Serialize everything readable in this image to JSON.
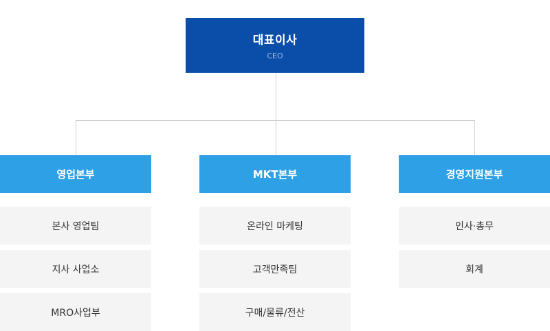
{
  "ceo": {
    "title": "대표이사",
    "subtitle": "CEO"
  },
  "divisions": [
    {
      "name": "영업본부",
      "teams": [
        "본사 영업팀",
        "지사 사업소",
        "MRO사업부"
      ]
    },
    {
      "name": "MKT본부",
      "teams": [
        "온라인 마케팅",
        "고객만족팀",
        "구매/물류/전산"
      ]
    },
    {
      "name": "경영지원본부",
      "teams": [
        "인사·총무",
        "회계"
      ]
    }
  ],
  "colors": {
    "ceo_box": "#0b4ea9",
    "division_box": "#2ea1e6",
    "team_box": "#f4f4f4",
    "connector": "#cfcfcf"
  }
}
